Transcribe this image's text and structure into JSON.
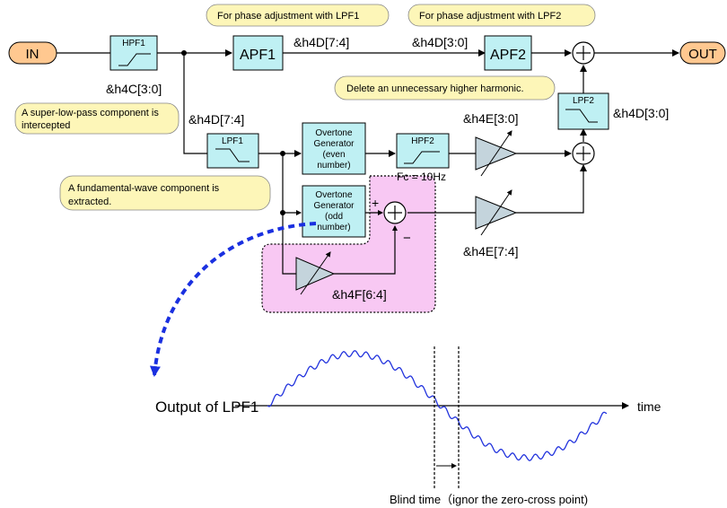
{
  "terminals": {
    "in": "IN",
    "out": "OUT"
  },
  "blocks": {
    "hpf1": "HPF1",
    "apf1": "APF1",
    "apf2": "APF2",
    "lpf1": "LPF1",
    "lpf2": "LPF2",
    "hpf2": "HPF2",
    "overtone_even": [
      "Overtone",
      "Generator",
      "(even",
      "number)"
    ],
    "overtone_odd": [
      "Overtone",
      "Generator",
      "(odd",
      "number)"
    ]
  },
  "registers": {
    "hpf1": "&h4C[3:0]",
    "apf1": "&h4D[7:4]",
    "apf2": "&h4D[3:0]",
    "lpf1": "&h4D[7:4]",
    "lpf2": "&h4D[3:0]",
    "even_gain": "&h4E[3:0]",
    "odd_gain": "&h4E[7:4]",
    "feedback_gain": "&h4F[6:4]"
  },
  "hpf2_fc": "Fc = 10Hz",
  "signs": {
    "plus": "+",
    "minus": "−"
  },
  "notes": {
    "apf1": "For phase adjustment with LPF1",
    "apf2": "For phase adjustment with LPF2",
    "lpf2": "Delete an unnecessary higher harmonic.",
    "hpf1": [
      "A super-low-pass component is",
      "intercepted"
    ],
    "lpf1": [
      "A fundamental-wave component is",
      "extracted."
    ]
  },
  "waveform": {
    "label": "Output of LPF1",
    "axis_label": "time",
    "blind_time_label": "Blind time（ignor the zero-cross point)"
  },
  "colors": {
    "block_fill": "#bff0f3",
    "terminal_fill": "#ffc890",
    "note_fill": "#fdf6b8",
    "highlight_fill": "#f8c8f3",
    "arrow_blue": "#1a30e0",
    "wave_blue": "#2233dd"
  }
}
